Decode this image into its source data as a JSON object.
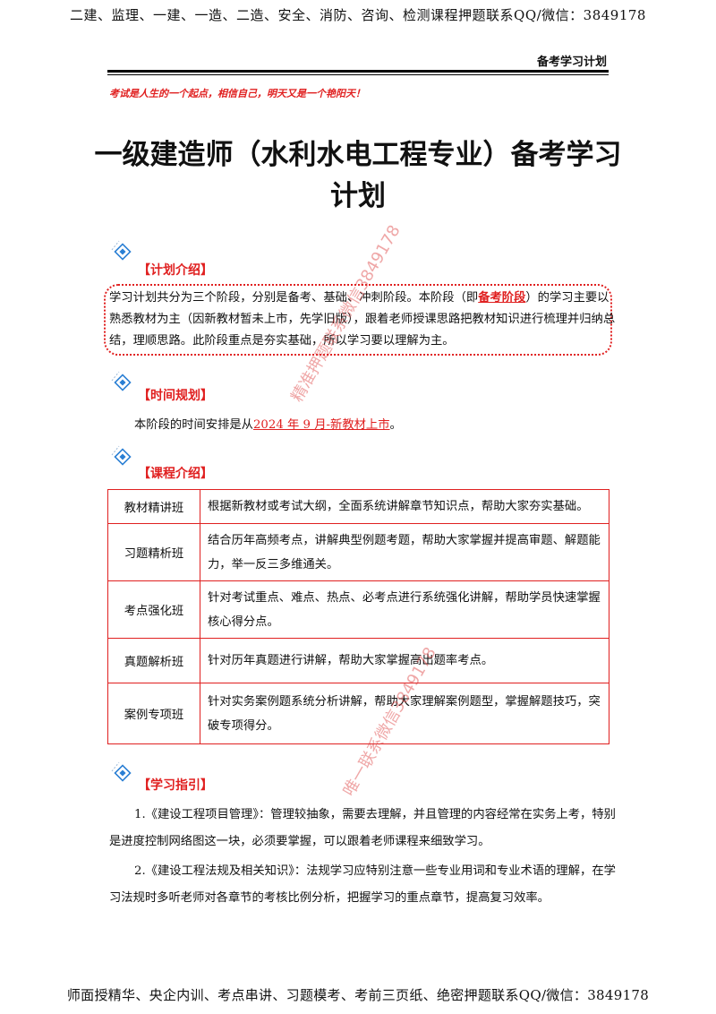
{
  "banner_top": "二建、监理、一建、一造、二造、安全、消防、咨询、检测课程押题联系QQ/微信：3849178",
  "header_title": "备考学习计划",
  "motto": "考试是人生的一个起点，相信自己，明天又是一个艳阳天！",
  "doc_title_line1": "一级建造师（水利水电工程专业）备考学习",
  "doc_title_line2": "计划",
  "sections": {
    "intro": "【计划介绍】",
    "time": "【时间规划】",
    "course": "【课程介绍】",
    "guide": "【学习指引】"
  },
  "plan_intro": {
    "part1": "学习计划共分为三个阶段，分别是备考、基础、冲刺阶段。本阶段（即",
    "highlight": "备考阶段",
    "part2": "）的学习主要以熟悉教材为主（因新教材暂未上市，先学旧版），跟着老师授课思路把教材知识进行梳理并归纳总结，理顺思路。此阶段重点是夯实基础，所以学习要以理解为主。"
  },
  "time_plan": {
    "prefix": "本阶段的时间安排是从",
    "highlight": "2024 年 9 月-新教材上市",
    "suffix": "。"
  },
  "courses": [
    {
      "name": "教材精讲班",
      "desc": "根据新教材或考试大纲，全面系统讲解章节知识点，帮助大家夯实基础。"
    },
    {
      "name": "习题精析班",
      "desc": "结合历年高频考点，讲解典型例题考题，帮助大家掌握并提高审题、解题能力，举一反三多维通关。"
    },
    {
      "name": "考点强化班",
      "desc": "针对考试重点、难点、热点、必考点进行系统强化讲解，帮助学员快速掌握核心得分点。"
    },
    {
      "name": "真题解析班",
      "desc": "针对历年真题进行讲解，帮助大家掌握高出题率考点。"
    },
    {
      "name": "案例专项班",
      "desc": "针对实务案例题系统分析讲解，帮助大家理解案例题型，掌握解题技巧，突破专项得分。"
    }
  ],
  "guide": [
    "1.《建设工程项目管理》：管理较抽象，需要去理解，并且管理的内容经常在实务上考，特别是进度控制网络图这一块，必须要掌握，可以跟着老师课程来细致学习。",
    "2.《建设工程法规及相关知识》：法规学习应特别注意一些专业用词和专业术语的理解，在学习法规时多听老师对各章节的考核比例分析，把握学习的重点章节，提高复习效率。"
  ],
  "banner_bottom": "师面授精华、央企内训、考点串讲、习题模考、考前三页纸、绝密押题联系QQ/微信：3849178",
  "watermarks": [
    "精准押题联系微信3849178",
    "唯一联系微信3849178"
  ],
  "colors": {
    "accent": "#e02020",
    "icon": "#2a7fd4"
  }
}
